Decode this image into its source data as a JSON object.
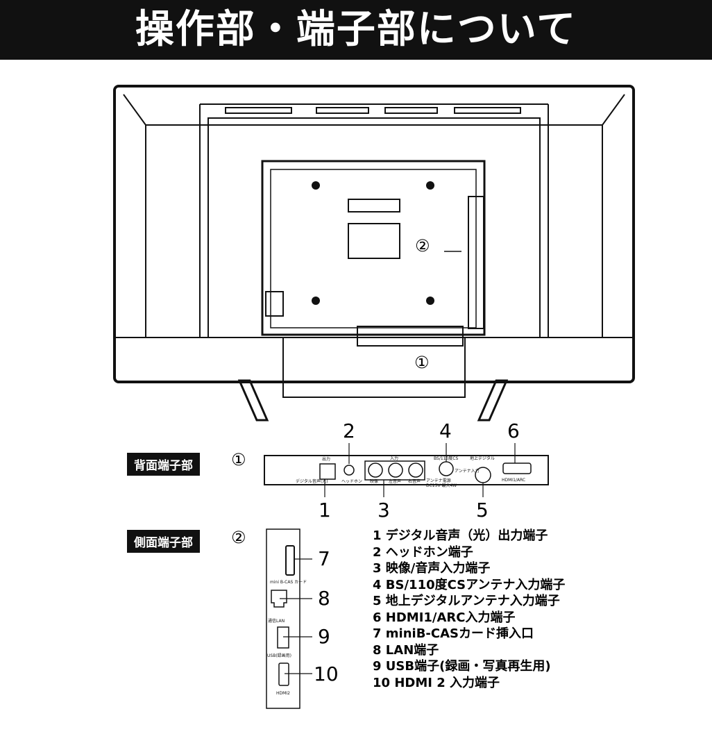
{
  "title": "操作部・端子部について",
  "markers": {
    "rear": "①",
    "side": "②"
  },
  "sections": {
    "rear_label": "背面端子部",
    "rear_marker": "①",
    "side_label": "側面端子部",
    "side_marker": "②"
  },
  "rear_panel": {
    "optical_top": "出力",
    "optical": "デジタル音声(光)",
    "headphone": "ヘッドホン",
    "input": "入力",
    "video": "映像",
    "left_audio": "左音声",
    "right_audio": "右音声",
    "bs": "BS/110度CS",
    "antenna_power": "アンテナ電源 DC15V 最大4W",
    "antenna_in": "アンテナ入力",
    "terrestrial": "地上デジタル",
    "hdmi1": "HDMI1/ARC"
  },
  "side_panel": {
    "bcas": "mini B-CAS カード",
    "lan": "通信LAN",
    "usb": "USB(録画用)",
    "hdmi2": "HDMI2"
  },
  "callouts": [
    "1",
    "2",
    "3",
    "4",
    "5",
    "6",
    "7",
    "8",
    "9",
    "10"
  ],
  "legend": [
    "1 デジタル音声（光）出力端子",
    "2 ヘッドホン端子",
    "3 映像/音声入力端子",
    "4 BS/110度CSアンテナ入力端子",
    "5 地上デジタルアンテナ入力端子",
    "6 HDMI1/ARC入力端子",
    "7 miniB-CASカード挿入口",
    "8 LAN端子",
    "9 USB端子(録画・写真再生用)",
    "10 HDMI 2 入力端子"
  ]
}
